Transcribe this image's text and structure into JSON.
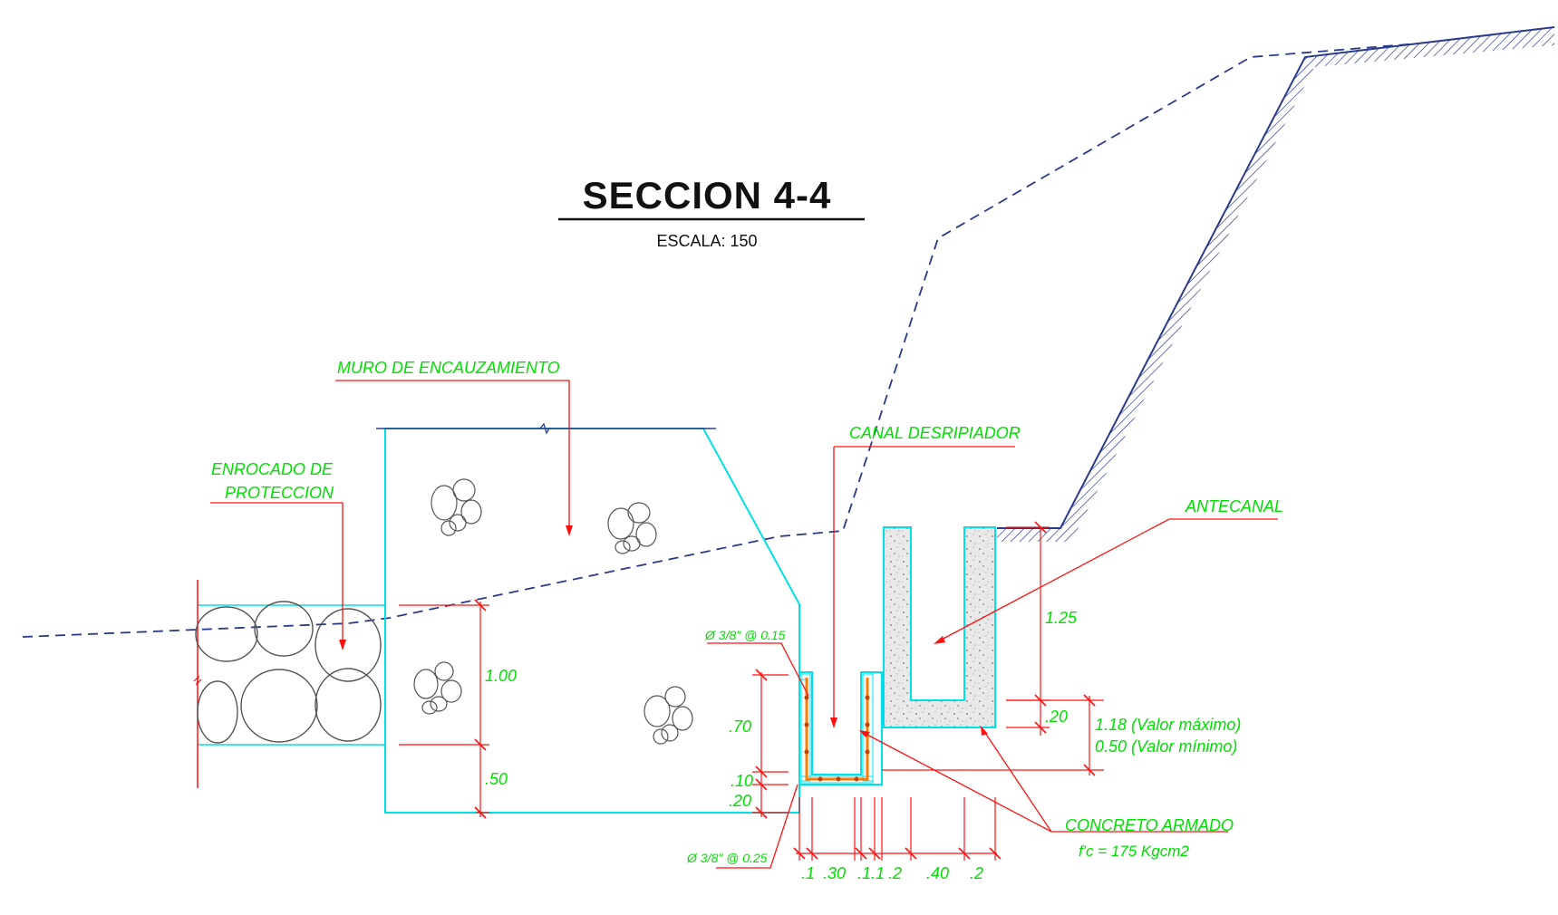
{
  "title": "SECCION 4-4",
  "scale": "ESCALA: 150",
  "labels": {
    "muro": "MURO DE ENCAUZAMIENTO",
    "enrocado_1": "ENROCADO DE",
    "enrocado_2": "PROTECCION",
    "canal": "CANAL DESRIPIADOR",
    "antecanal": "ANTECANAL",
    "concreto_1": "CONCRETO ARMADO",
    "concreto_2": "f'c = 175 Kgcm2",
    "rebar_top": "Ø 3/8\" @ 0.15",
    "rebar_bottom": "Ø 3/8\" @ 0.25"
  },
  "dimensions": {
    "d100": "1.00",
    "d050": ".50",
    "d070": ".70",
    "d010": ".10",
    "d020": ".20",
    "d125": "1.25",
    "d020b": ".20",
    "valor_max": "1.18  (Valor máximo)",
    "valor_min": "0.50  (Valor mínimo)",
    "b1": ".1",
    "b2": ".30",
    "b3": ".1.1",
    "b4": ".2",
    "b5": ".40",
    "b6": ".2"
  },
  "colors": {
    "label_green": "#00e000",
    "leader_red": "#ff1010",
    "structure_cyan": "#00e0e8",
    "terrain_blue": "#2a3a8a",
    "rebar_orange": "#ff7a00",
    "rock_gray": "#555555"
  }
}
